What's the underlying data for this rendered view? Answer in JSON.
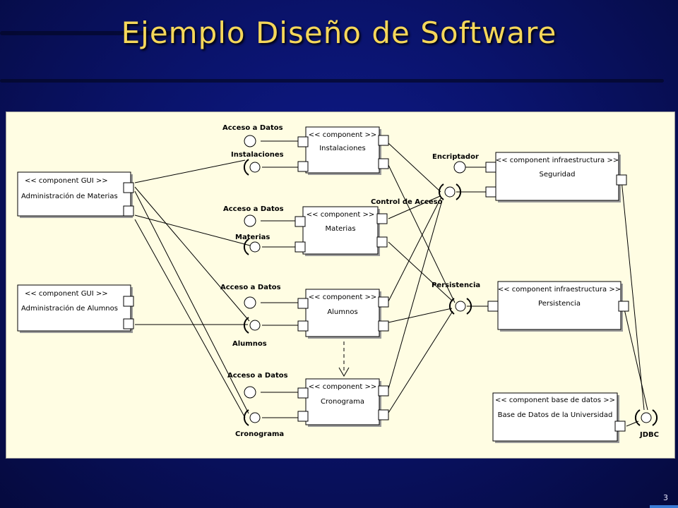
{
  "slide": {
    "title": "Ejemplo Diseño de Software",
    "page_number": "3"
  },
  "diagram": {
    "components": {
      "adm_materias": {
        "stereotype": "<< component GUI >>",
        "name": "Administración de Materias"
      },
      "adm_alumnos": {
        "stereotype": "<< component GUI >>",
        "name": "Administración de Alumnos"
      },
      "instalaciones": {
        "stereotype": "<< component >>",
        "name": "Instalaciones"
      },
      "materias": {
        "stereotype": "<< component >>",
        "name": "Materias"
      },
      "alumnos": {
        "stereotype": "<< component >>",
        "name": "Alumnos"
      },
      "cronograma": {
        "stereotype": "<< component >>",
        "name": "Cronograma"
      },
      "seguridad": {
        "stereotype": "<< component infraestructura >>",
        "name": "Seguridad"
      },
      "persistencia": {
        "stereotype": "<< component infraestructura >>",
        "name": "Persistencia"
      },
      "base_datos": {
        "stereotype": "<< component base de datos >>",
        "name": "Base de Datos de la Universidad"
      }
    },
    "interfaces": {
      "acceso_datos_1": "Acceso a Datos",
      "instalaciones": "Instalaciones",
      "acceso_datos_2": "Acceso a Datos",
      "materias": "Materias",
      "acceso_datos_3": "Acceso a Datos",
      "alumnos": "Alumnos",
      "acceso_datos_4": "Acceso a Datos",
      "cronograma": "Cronograma",
      "encriptador": "Encriptador",
      "control_acceso": "Control de Acceso",
      "persistencia": "Persistencia",
      "jdbc": "JDBC"
    }
  }
}
